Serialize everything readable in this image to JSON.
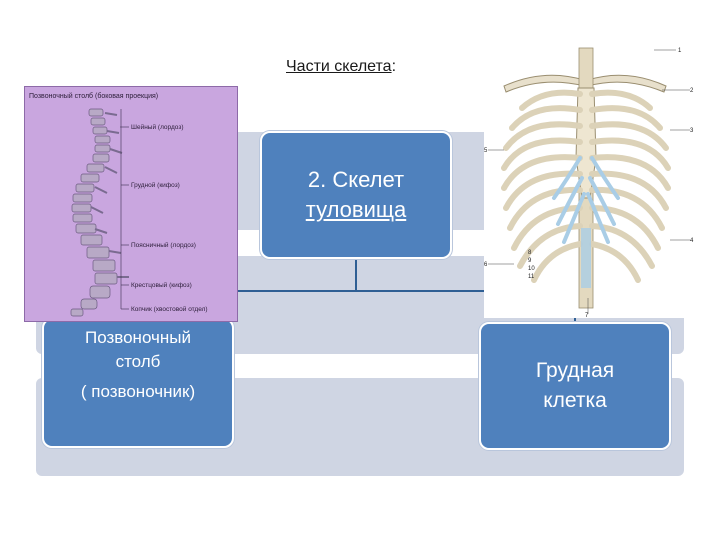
{
  "title": {
    "text": "Части скелета",
    "suffix": ":"
  },
  "root_node": {
    "line1": "2. Скелет",
    "line2": "туловища"
  },
  "left_node": {
    "line1": "Позвоночный",
    "line2": "столб",
    "line3": "( позвоночник)"
  },
  "right_node": {
    "line1": "Грудная",
    "line2": "клетка"
  },
  "spine_figure": {
    "header": "Позвоночный столб (боковая проекция)",
    "labels": [
      "Шейный (лордоз)",
      "Грудной (кифоз)",
      "Поясничный (лордоз)",
      "Крестцовый (кифоз)",
      "Копчик (хвостовой отдел)"
    ]
  },
  "ribcage_figure": {
    "callouts": [
      "1",
      "2",
      "3",
      "4",
      "5",
      "6",
      "7",
      "8",
      "9",
      "10",
      "11"
    ]
  },
  "colors": {
    "node_fill": "#4f81bd",
    "band_fill": "#cfd5e3",
    "spine_bg": "#c9a6df",
    "bone": "#e8e0cc",
    "cartilage": "#a9cde6"
  }
}
